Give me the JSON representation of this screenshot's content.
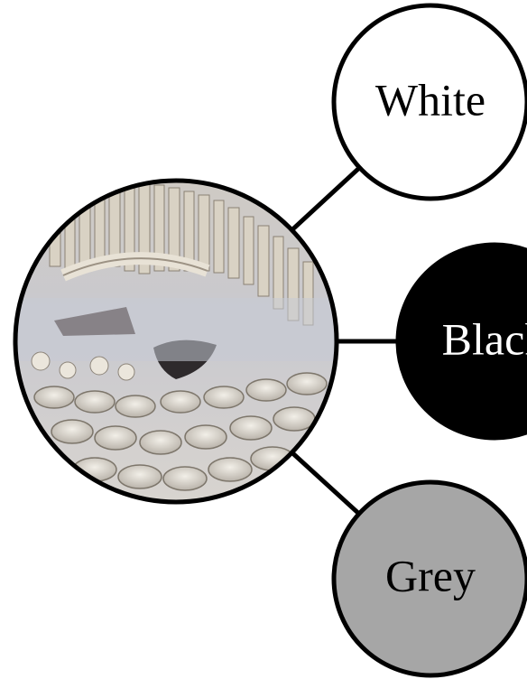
{
  "diagram": {
    "central_node": {
      "image": "photo-of-white-ceramic-figurines-and-bowls"
    },
    "nodes": [
      {
        "label": "White",
        "fill": "#ffffff",
        "text_color": "#000000"
      },
      {
        "label": "Black",
        "fill": "#000000",
        "text_color": "#ffffff"
      },
      {
        "label": "Grey",
        "fill": "#a6a6a6",
        "text_color": "#000000"
      }
    ],
    "line_color": "#000000"
  }
}
